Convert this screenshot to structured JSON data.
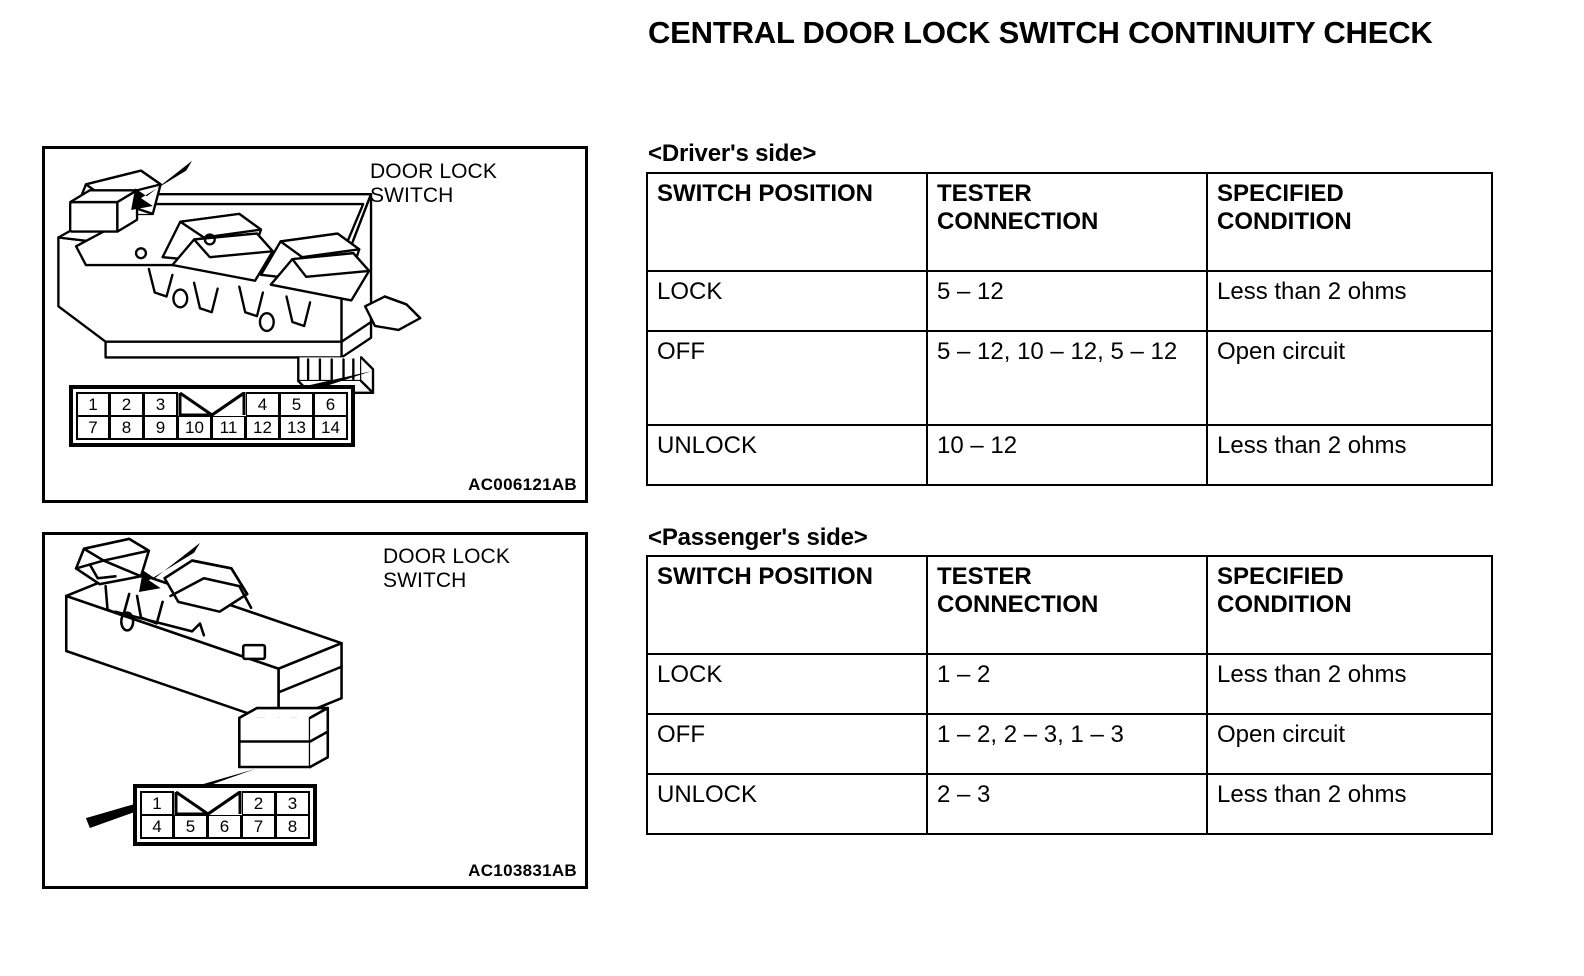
{
  "document": {
    "title": "CENTRAL DOOR LOCK SWITCH CONTINUITY CHECK"
  },
  "illustrations": [
    {
      "id": "driver",
      "callout": "DOOR LOCK\nSWITCH",
      "figure_code": "AC006121AB",
      "connector": {
        "top_row": [
          "1",
          "2",
          "3",
          "notch",
          "4",
          "5",
          "6"
        ],
        "bottom_row": [
          "7",
          "8",
          "9",
          "10",
          "11",
          "12",
          "13",
          "14"
        ]
      }
    },
    {
      "id": "passenger",
      "callout": "DOOR LOCK\nSWITCH",
      "figure_code": "AC103831AB",
      "connector": {
        "top_row": [
          "1",
          "notch",
          "2",
          "3"
        ],
        "bottom_row": [
          "4",
          "5",
          "6",
          "7",
          "8"
        ]
      }
    }
  ],
  "sections": [
    {
      "caption": "<Driver's side>",
      "headers": [
        "SWITCH POSITION",
        "TESTER CONNECTION",
        "SPECIFIED CONDITION"
      ],
      "rows": [
        {
          "position": "LOCK",
          "connection": "5 – 12",
          "condition": "Less than 2 ohms"
        },
        {
          "position": "OFF",
          "connection": "5 – 12, 10 – 12, 5 – 12",
          "condition": "Open circuit"
        },
        {
          "position": "UNLOCK",
          "connection": "10 – 12",
          "condition": "Less than 2 ohms"
        }
      ]
    },
    {
      "caption": "<Passenger's side>",
      "headers": [
        "SWITCH POSITION",
        "TESTER CONNECTION",
        "SPECIFIED CONDITION"
      ],
      "rows": [
        {
          "position": "LOCK",
          "connection": "1 – 2",
          "condition": "Less than 2 ohms"
        },
        {
          "position": "OFF",
          "connection": "1 – 2, 2 – 3, 1 – 3",
          "condition": "Open circuit"
        },
        {
          "position": "UNLOCK",
          "connection": "2 – 3",
          "condition": "Less than 2 ohms"
        }
      ]
    }
  ],
  "colors": {
    "ink": "#000000",
    "paper": "#ffffff"
  }
}
